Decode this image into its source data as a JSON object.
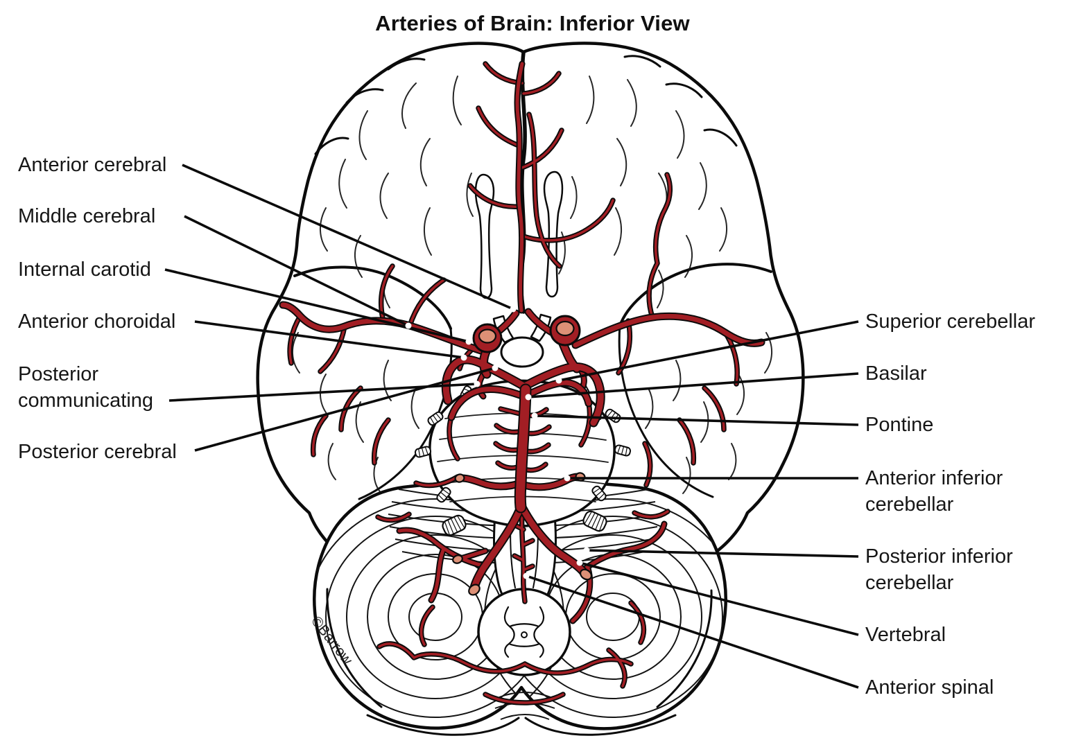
{
  "title": "Arteries of Brain: Inferior View",
  "copyright": "©Barrow",
  "colors": {
    "artery_red": "#A21E24",
    "cut_vessel_lumen": "#DD9076",
    "ink_black": "#0B0B0B",
    "background": "#FFFFFF"
  },
  "labels": {
    "left": [
      {
        "name": "anterior-cerebral",
        "lines": [
          "Anterior cerebral"
        ]
      },
      {
        "name": "middle-cerebral",
        "lines": [
          "Middle cerebral"
        ]
      },
      {
        "name": "internal-carotid",
        "lines": [
          "Internal carotid"
        ]
      },
      {
        "name": "anterior-choroidal",
        "lines": [
          "Anterior choroidal"
        ]
      },
      {
        "name": "posterior-communicating",
        "lines": [
          "Posterior",
          "communicating"
        ]
      },
      {
        "name": "posterior-cerebral",
        "lines": [
          "Posterior cerebral"
        ]
      }
    ],
    "right": [
      {
        "name": "superior-cerebellar",
        "lines": [
          "Superior cerebellar"
        ]
      },
      {
        "name": "basilar",
        "lines": [
          "Basilar"
        ]
      },
      {
        "name": "pontine",
        "lines": [
          "Pontine"
        ]
      },
      {
        "name": "anterior-inferior-cerebellar",
        "lines": [
          "Anterior inferior",
          "cerebellar"
        ]
      },
      {
        "name": "posterior-inferior-cerebellar",
        "lines": [
          "Posterior inferior",
          "cerebellar"
        ]
      },
      {
        "name": "vertebral",
        "lines": [
          "Vertebral"
        ]
      },
      {
        "name": "anterior-spinal",
        "lines": [
          "Anterior spinal"
        ]
      }
    ]
  }
}
